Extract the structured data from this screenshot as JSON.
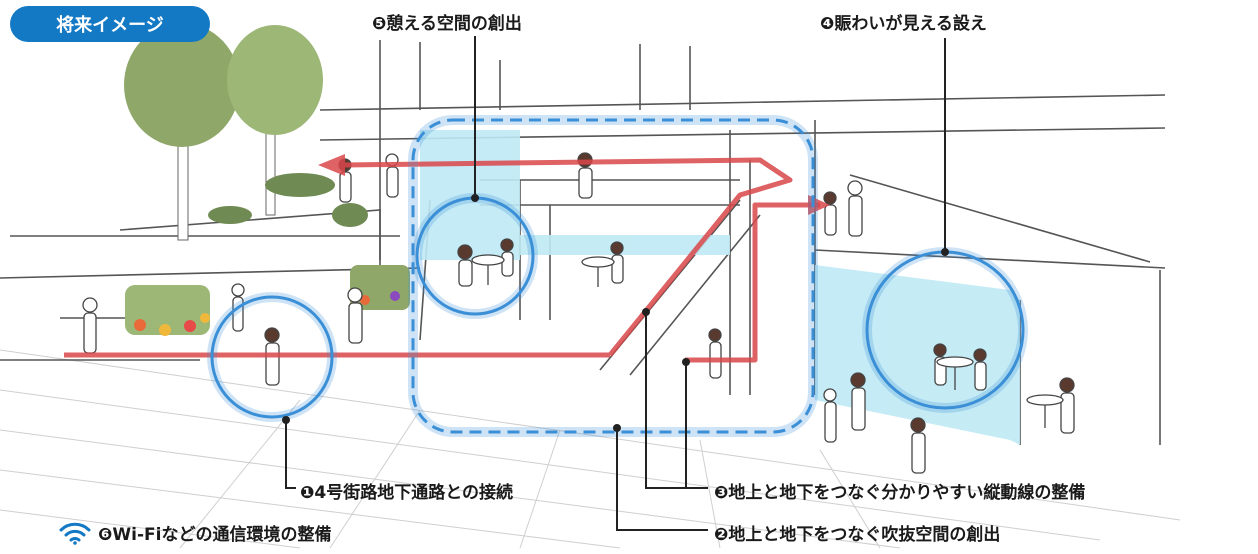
{
  "badge": "将来イメージ",
  "labels": {
    "top_rest": "❺憩える空間の創出",
    "top_bustle": "❹賑わいが見える設え",
    "connection": "❶4号街路地下通路との接続",
    "vertical_flow": "❸地上と地下をつなぐ分かりやすい縦動線の整備",
    "atrium": "❷地上と地下をつなぐ吹抜空間の創出",
    "wifi": "❻Wi-Fiなどの通信環境の整備"
  },
  "colors": {
    "badge_bg": "#1479c4",
    "route_red": "#d9474a",
    "highlight_blue": "#3a8fd6",
    "glass": "#bfe9f5",
    "tree_green": "#8fa86a",
    "leader": "#222222"
  },
  "icons": {
    "wifi": "wifi-icon"
  }
}
